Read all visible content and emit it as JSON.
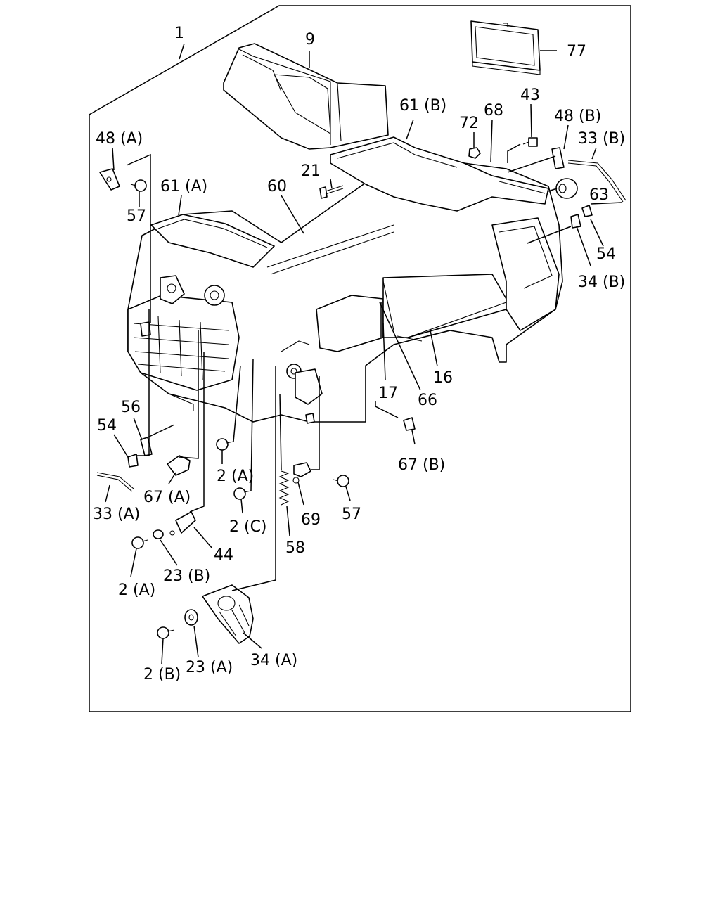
{
  "diagram": {
    "labels": {
      "p1": "1",
      "p9": "9",
      "p77": "77",
      "p61b": "61 (B)",
      "p72": "72",
      "p68": "68",
      "p43": "43",
      "p48b": "48 (B)",
      "p33b": "33 (B)",
      "p48a": "48 (A)",
      "p21": "21",
      "p60": "60",
      "p61a": "61 (A)",
      "p57a": "57",
      "p63": "63",
      "p54b": "54",
      "p34b": "34 (B)",
      "p16": "16",
      "p17": "17",
      "p66": "66",
      "p56": "56",
      "p54a": "54",
      "p67b": "67 (B)",
      "p2a1": "2 (A)",
      "p67a": "67 (A)",
      "p33a": "33 (A)",
      "p2c": "2 (C)",
      "p69": "69",
      "p57b": "57",
      "p44": "44",
      "p58": "58",
      "p23b": "23 (B)",
      "p2a2": "2 (A)",
      "p34a": "34 (A)",
      "p23a": "23 (A)",
      "p2b": "2 (B)"
    }
  }
}
